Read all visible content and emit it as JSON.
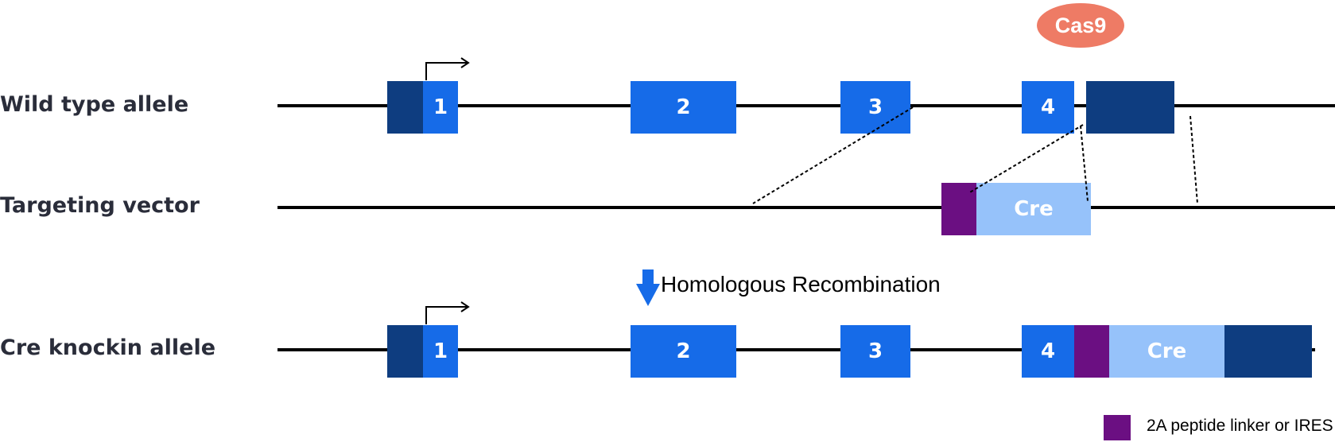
{
  "rows": {
    "wild_type_label": "Wild type allele",
    "targeting_vector_label": "Targeting vector",
    "knockin_label": "Cre knockin allele"
  },
  "wild_type": {
    "exon1": "1",
    "exon2": "2",
    "exon3": "3",
    "exon4": "4"
  },
  "targeting_vector": {
    "cre": "Cre"
  },
  "knockin": {
    "exon1": "1",
    "exon2": "2",
    "exon3": "3",
    "exon4": "4",
    "cre": "Cre"
  },
  "cas9_label": "Cas9",
  "recombination_label": "Homologous Recombination",
  "legend": {
    "linker_label": "2A peptide linker or IRES"
  },
  "colors": {
    "exon": "#166be8",
    "utr": "#0e3d80",
    "linker": "#6b0f82",
    "cre": "#96c2fa",
    "cas9": "#ee7b65",
    "arrow": "#166be8"
  }
}
